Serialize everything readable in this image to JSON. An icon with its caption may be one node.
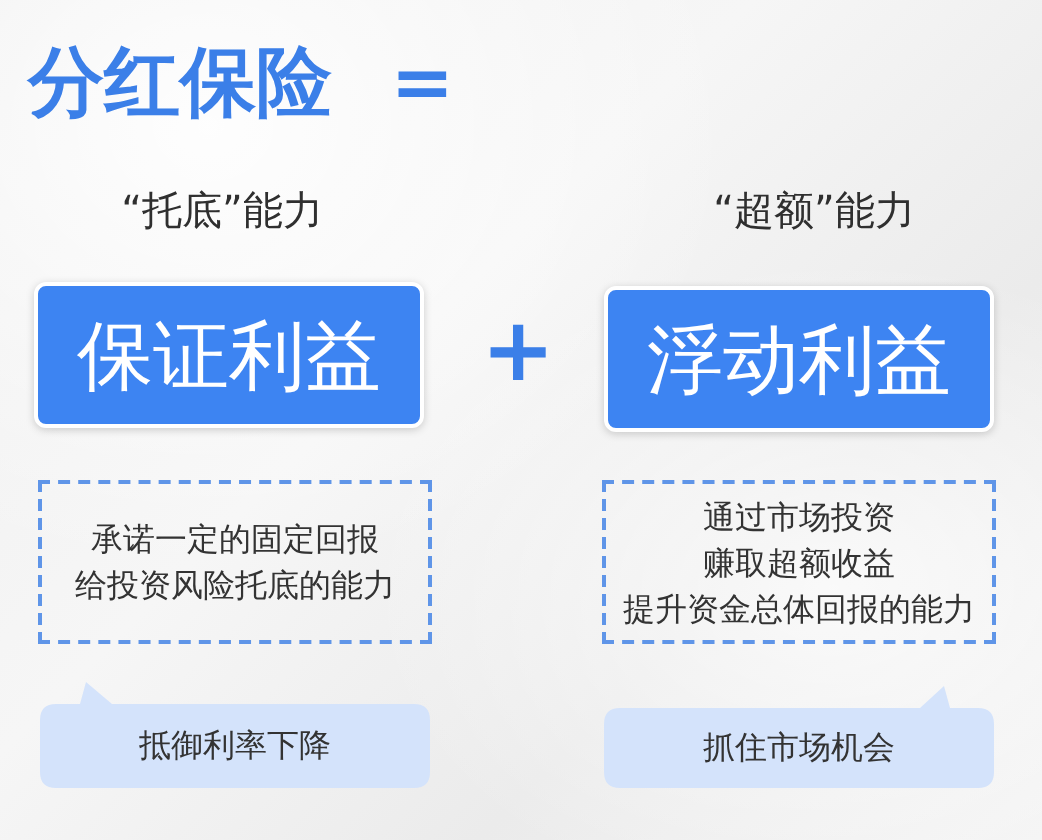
{
  "diagram": {
    "title": "分红保险 =",
    "nodes": [
      {
        "text": [
          "保证利益"
        ]
      },
      {
        "text": [
          "浮动利益"
        ]
      },
      {
        "text": [
          "承诺一定的固定回报给投资风险托底的能力"
        ]
      },
      {
        "text": [
          "通过市场投资赚取超额收益提升资金总体回报的能力"
        ]
      },
      {
        "text": [
          "抵御利率下降"
        ]
      },
      {
        "text": [
          "抓住市场机会"
        ]
      }
    ],
    "labels": [
      "“托底”能力",
      "“超额”能力",
      "+"
    ]
  }
}
